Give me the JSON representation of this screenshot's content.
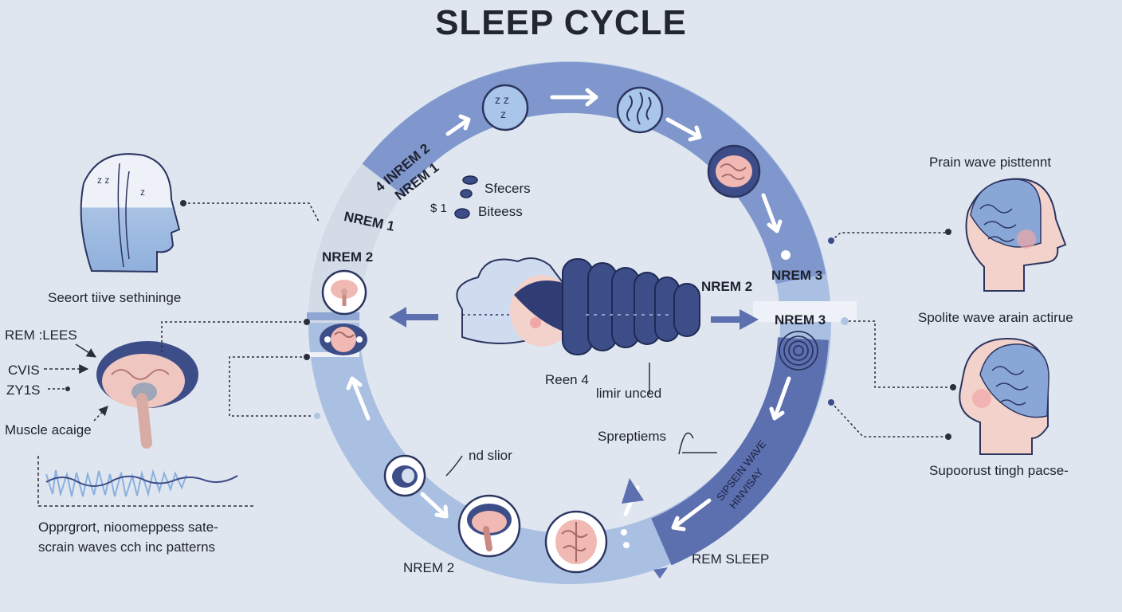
{
  "title": "SLEEP CYCLE",
  "colors": {
    "background": "#dfe6ef",
    "ring_dark": "#5c6fae",
    "ring_mid": "#7f97cc",
    "ring_light": "#aac0e2",
    "accent_pink": "#f0b9b4"
  },
  "ring_labels": {
    "arc_top_a": "4 INREM 2",
    "arc_top_b": "NREM 1",
    "nrem1": "NREM 1",
    "nrem2_left": "NREM 2",
    "nrem3_top": "NREM 3",
    "nrem3_right": "NREM 3",
    "nrem2_center": "NREM 2",
    "nrem2_bottom": "NREM 2",
    "rem_sleep": "REM SLEEP",
    "arc_right_a": "SIPSEIN WAVE",
    "arc_right_b": "HINVISAY"
  },
  "center": {
    "seeds": "Sfecers",
    "seed_nums": "$ 1",
    "bites": "Biteess",
    "reen": "Reen 4",
    "limit": "limir unced",
    "spreptiems": "Spreptiems",
    "nd_slior": "nd slior"
  },
  "left_panel": {
    "head_caption": "Seeort tiive sethininge",
    "rem_sleep": "REM :LEES",
    "cvis": "CVIS",
    "zy1s": "ZY1S",
    "muscle": "Muscle acaige",
    "footer_line1": "Opprgrort, nioomeppess sate-",
    "footer_line2": "scrain waves cch inc patterns"
  },
  "right_panel": {
    "title": "Prain wave pisttennt",
    "caption1": "Spolite wave arain actirue",
    "caption2": "Supoorust tingh pacse-"
  }
}
